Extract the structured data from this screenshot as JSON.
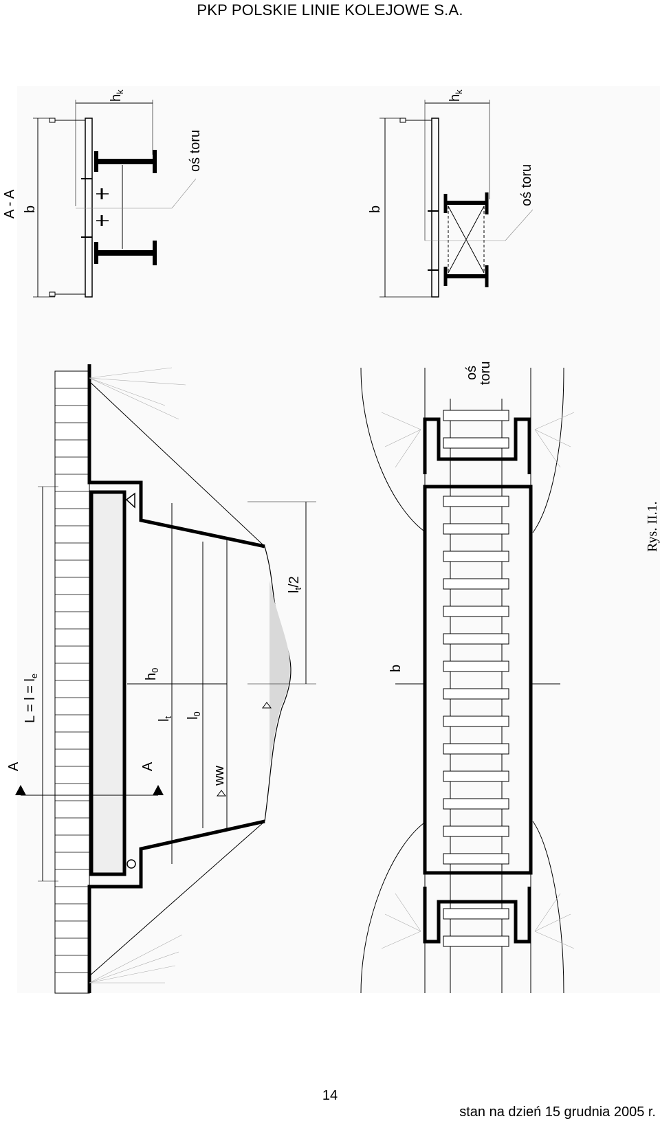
{
  "header": {
    "title": "PKP POLSKIE LINIE KOLEJOWE S.A."
  },
  "labels": {
    "section_top": "A - A",
    "b": "b",
    "hk": "h",
    "hk_sub": "k",
    "os_toru": "oś toru",
    "os": "oś",
    "toru": "toru",
    "L_eq": "L = l = l",
    "L_sub": "e",
    "A": "A",
    "h0": "h",
    "h0_sub": "0",
    "lt": "l",
    "lt_sub": "t",
    "l0": "l",
    "l0_sub": "0",
    "lt2": "l",
    "lt2_sub": "t",
    "lt2_tail": "/2",
    "ww": "ww",
    "figure": "Rys. II.1."
  },
  "footer": {
    "page_number": "14",
    "date": "stan na dzień 15 grudnia 2005 r."
  }
}
